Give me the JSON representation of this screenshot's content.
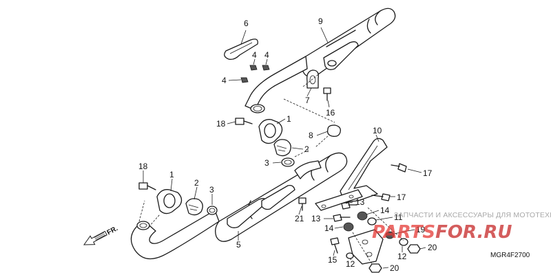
{
  "diagram": {
    "callouts": {
      "c6": "6",
      "c9": "9",
      "c4a": "4",
      "c4b": "4",
      "c4c": "4",
      "c7": "7",
      "c16": "16",
      "c18a": "18",
      "c1a": "1",
      "c8": "8",
      "c2a": "2",
      "c3a": "3",
      "c10": "10",
      "c17a": "17",
      "c17b": "17",
      "c18b": "18",
      "c1b": "1",
      "c2b": "2",
      "c3b": "3",
      "c13a": "13",
      "c14a": "14",
      "c21": "21",
      "c13b": "13",
      "c11": "11",
      "c14b": "14",
      "c19": "19",
      "c5": "5",
      "c20a": "20",
      "c12a": "12",
      "c15": "15",
      "c12b": "12",
      "c20b": "20"
    },
    "direction_arrow": "FR.",
    "drawing_code": "MGR4F2700"
  },
  "watermark": {
    "tagline": "ЗАПЧАСТИ И АКСЕССУАРЫ ДЛЯ МОТОТЕХНИКИ",
    "logo_part1": "PARTS",
    "logo_part2": "FOR.RU",
    "logo_color1": "#e53935",
    "logo_color2": "#c62828"
  }
}
